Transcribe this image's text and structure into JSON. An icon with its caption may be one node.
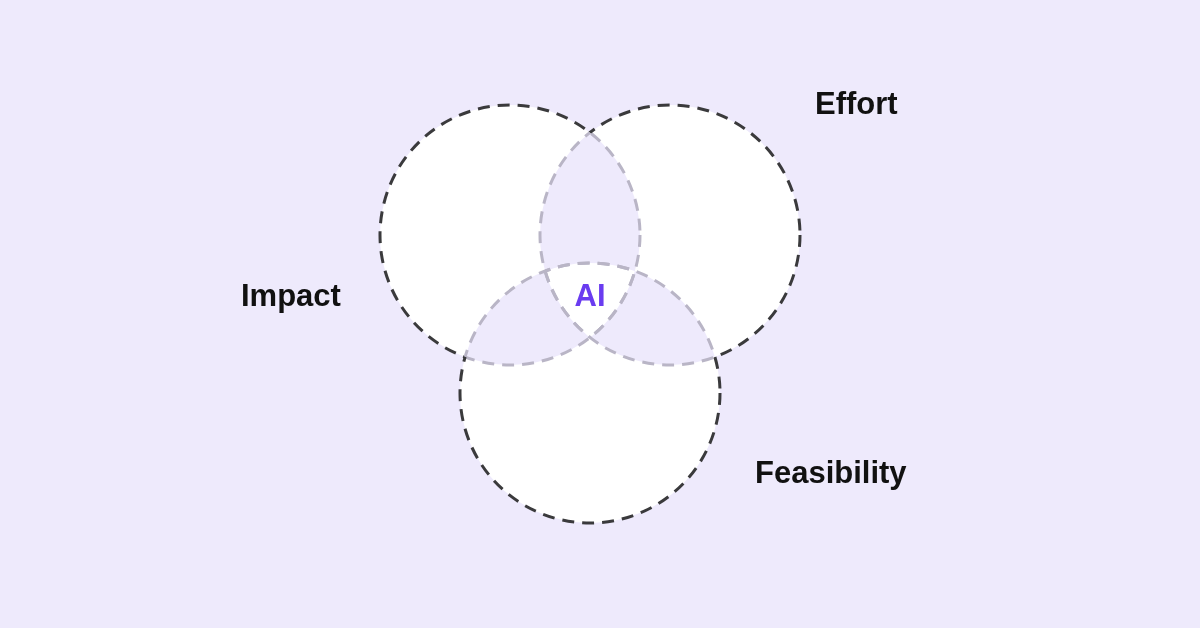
{
  "diagram": {
    "nodes": [
      {
        "text": [
          "Impact"
        ]
      },
      {
        "text": [
          "Effort"
        ]
      },
      {
        "text": [
          "Feasibility"
        ]
      },
      {
        "text": [
          "AI"
        ]
      }
    ]
  }
}
